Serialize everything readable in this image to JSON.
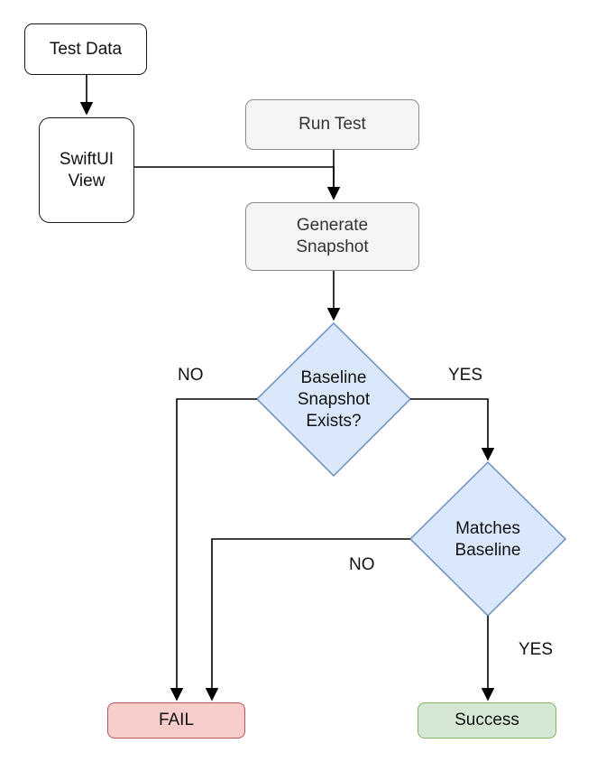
{
  "nodes": {
    "test_data": "Test Data",
    "swiftui_view": "SwiftUI\nView",
    "run_test": "Run Test",
    "generate_snapshot": "Generate\nSnapshot",
    "baseline_exists": "Baseline\nSnapshot\nExists?",
    "matches_baseline": "Matches\nBaseline",
    "fail": "FAIL",
    "success": "Success"
  },
  "edge_labels": {
    "baseline_no": "NO",
    "baseline_yes": "YES",
    "matches_no": "NO",
    "matches_yes": "YES"
  },
  "colors": {
    "diamond_fill": "#dae8fc",
    "diamond_stroke": "#6c8ebf",
    "fail_fill": "#f8cecc",
    "success_fill": "#d5e8d4",
    "gray_fill": "#f5f5f5"
  }
}
